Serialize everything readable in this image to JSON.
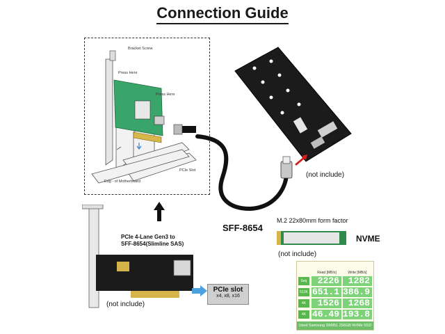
{
  "title": "Connection Guide",
  "install_diagram": {
    "labels": {
      "bracket_screw": "Bracket Screw",
      "press_here_1": "Press Here",
      "press_here_2": "Press Here",
      "pcie_slot": "PCIe Slot",
      "edge_of_motherboard": "Edg - of Motherboard"
    }
  },
  "adapter_board": {
    "note": "(not include)"
  },
  "cable": {
    "label": "SFF-8654"
  },
  "pcie_card": {
    "caption_line1": "PCIe 4-Lane Gen3 to",
    "caption_line2": "SFF-8654(Slimline SAS)",
    "note": "(not include)"
  },
  "pcie_slot_badge": {
    "line1": "PCIe slot",
    "line2": "x4, x8, x16"
  },
  "m2_drive": {
    "form_factor": "M.2 22x80mm form factor",
    "type": "NVME",
    "note": "(not include)"
  },
  "benchmark": {
    "header_read": "Read [MB/s]",
    "header_write": "Write [MB/s]",
    "rows": [
      {
        "label": "Seq",
        "read": "2226",
        "write": "1282"
      },
      {
        "label": "512K",
        "read": "651.1",
        "write": "386.9"
      },
      {
        "label": "4K",
        "read": "1526",
        "write": "1268"
      },
      {
        "label": "4K QD32",
        "read": "46.49",
        "write": "193.8"
      }
    ],
    "footer": "Used Samsung SM951 256GB NVMe SSD"
  },
  "colors": {
    "pcb_green": "#3aa56a",
    "adapter_black": "#1b1b1b",
    "arrow_red": "#d42020",
    "bench_green": "#7ed37a"
  }
}
